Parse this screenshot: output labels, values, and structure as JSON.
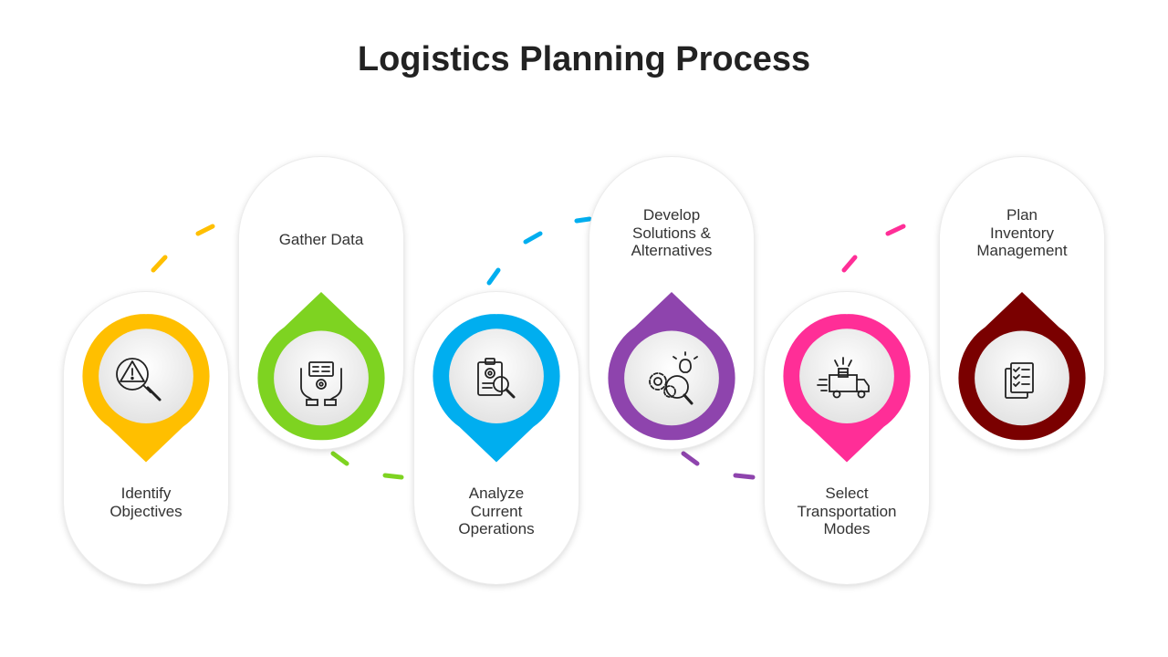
{
  "title": "Logistics Planning Process",
  "steps": [
    {
      "label": "Identify\nObjectives",
      "color": "#FFBF00",
      "icon": "search-warning-icon"
    },
    {
      "label": "Gather Data",
      "color": "#7ED321",
      "icon": "hands-data-icon"
    },
    {
      "label": "Analyze\nCurrent\nOperations",
      "color": "#00AEEF",
      "icon": "clipboard-analysis-icon"
    },
    {
      "label": "Develop\nSolutions &\nAlternatives",
      "color": "#8E44AD",
      "icon": "gear-idea-icon"
    },
    {
      "label": "Select\nTransportation\nModes",
      "color": "#FF2E97",
      "icon": "delivery-truck-icon"
    },
    {
      "label": "Plan\nInventory\nManagement",
      "color": "#7A0000",
      "icon": "checklist-documents-icon"
    }
  ]
}
